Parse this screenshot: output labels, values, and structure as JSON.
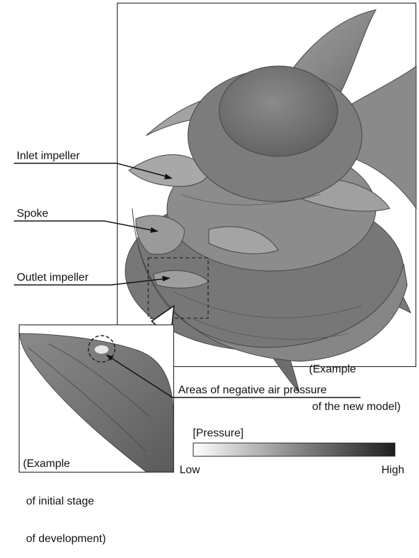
{
  "callouts": {
    "inlet_impeller": "Inlet impeller",
    "spoke": "Spoke",
    "outlet_impeller": "Outlet impeller",
    "negative_pressure": "Areas of negative air pressure"
  },
  "main_panel": {
    "caption_line1": "(Example",
    "caption_line2": " of the new model)"
  },
  "inset_panel": {
    "caption_line1": "(Example",
    "caption_line2": " of initial stage",
    "caption_line3": " of development)"
  },
  "legend": {
    "title": "[Pressure]",
    "low_label": "Low",
    "high_label": "High",
    "gradient_start": "#ffffff",
    "gradient_end": "#1e1e1e"
  },
  "colors": {
    "blade_light": "#9c9c9c",
    "blade_mid": "#7e7e7e",
    "blade_dark": "#5a5a5a",
    "hub": "#6e6e6e",
    "frame": "#333333"
  }
}
